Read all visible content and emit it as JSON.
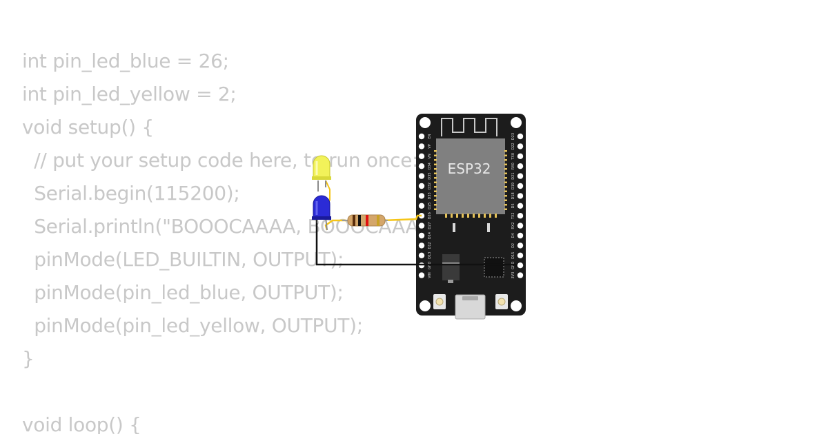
{
  "code_lines": [
    "int pin_led_blue = 26;",
    "int pin_led_yellow = 2;",
    "void setup() {",
    "  // put your setup code here, to run once:",
    "  Serial.begin(115200);",
    "  Serial.println(\"BOOOCAAAA, BOOOCAAA\");",
    "  pinMode(LED_BUILTIN, OUTPUT);",
    "  pinMode(pin_led_blue, OUTPUT);",
    "  pinMode(pin_led_yellow, OUTPUT);",
    "}",
    "",
    "void loop() {"
  ],
  "board": {
    "name": "ESP32",
    "left_pins": [
      "EN",
      "VP",
      "VN",
      "D34",
      "D35",
      "D32",
      "D33",
      "D25",
      "D26",
      "D27",
      "D14",
      "D12",
      "D13",
      "GND",
      "VIN"
    ],
    "right_pins": [
      "D23",
      "D22",
      "TX0",
      "RX0",
      "D21",
      "D19",
      "D18",
      "D5",
      "TX2",
      "RX2",
      "D4",
      "D2",
      "D15",
      "GND",
      "3V3"
    ]
  },
  "components": {
    "led_blue_color": "#2b2bd6",
    "led_yellow_color": "#f2f25a",
    "wire_yellow_color": "#f5c518",
    "wire_black_color": "#111111",
    "board_color": "#1c1c1c",
    "module_color": "#808080"
  }
}
